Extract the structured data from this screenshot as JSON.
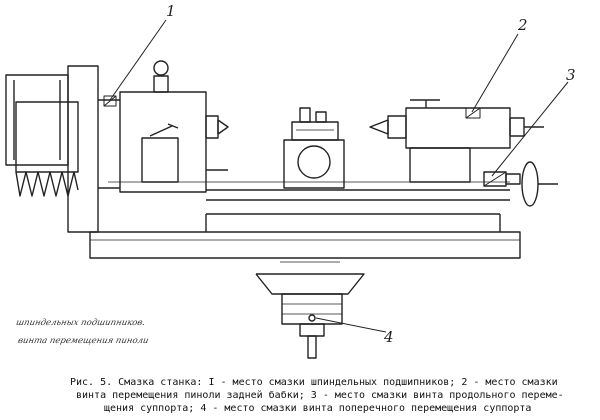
{
  "figure": {
    "callouts": [
      "1",
      "2",
      "3",
      "4"
    ],
    "handwritten_notes": [
      "шпиндельных подшипников.",
      "винта перемещения пиноли"
    ],
    "caption_lines": [
      "Рис. 5. Смазка станка: I - место смазки шпиндельных подшипников; 2 - место смазки",
      "винта перемещения пиноли задней бабки; 3 - место смазки винта продольного переме-",
      "щения суппорта; 4 - место смазки винта поперечного перемещения суппорта"
    ]
  }
}
